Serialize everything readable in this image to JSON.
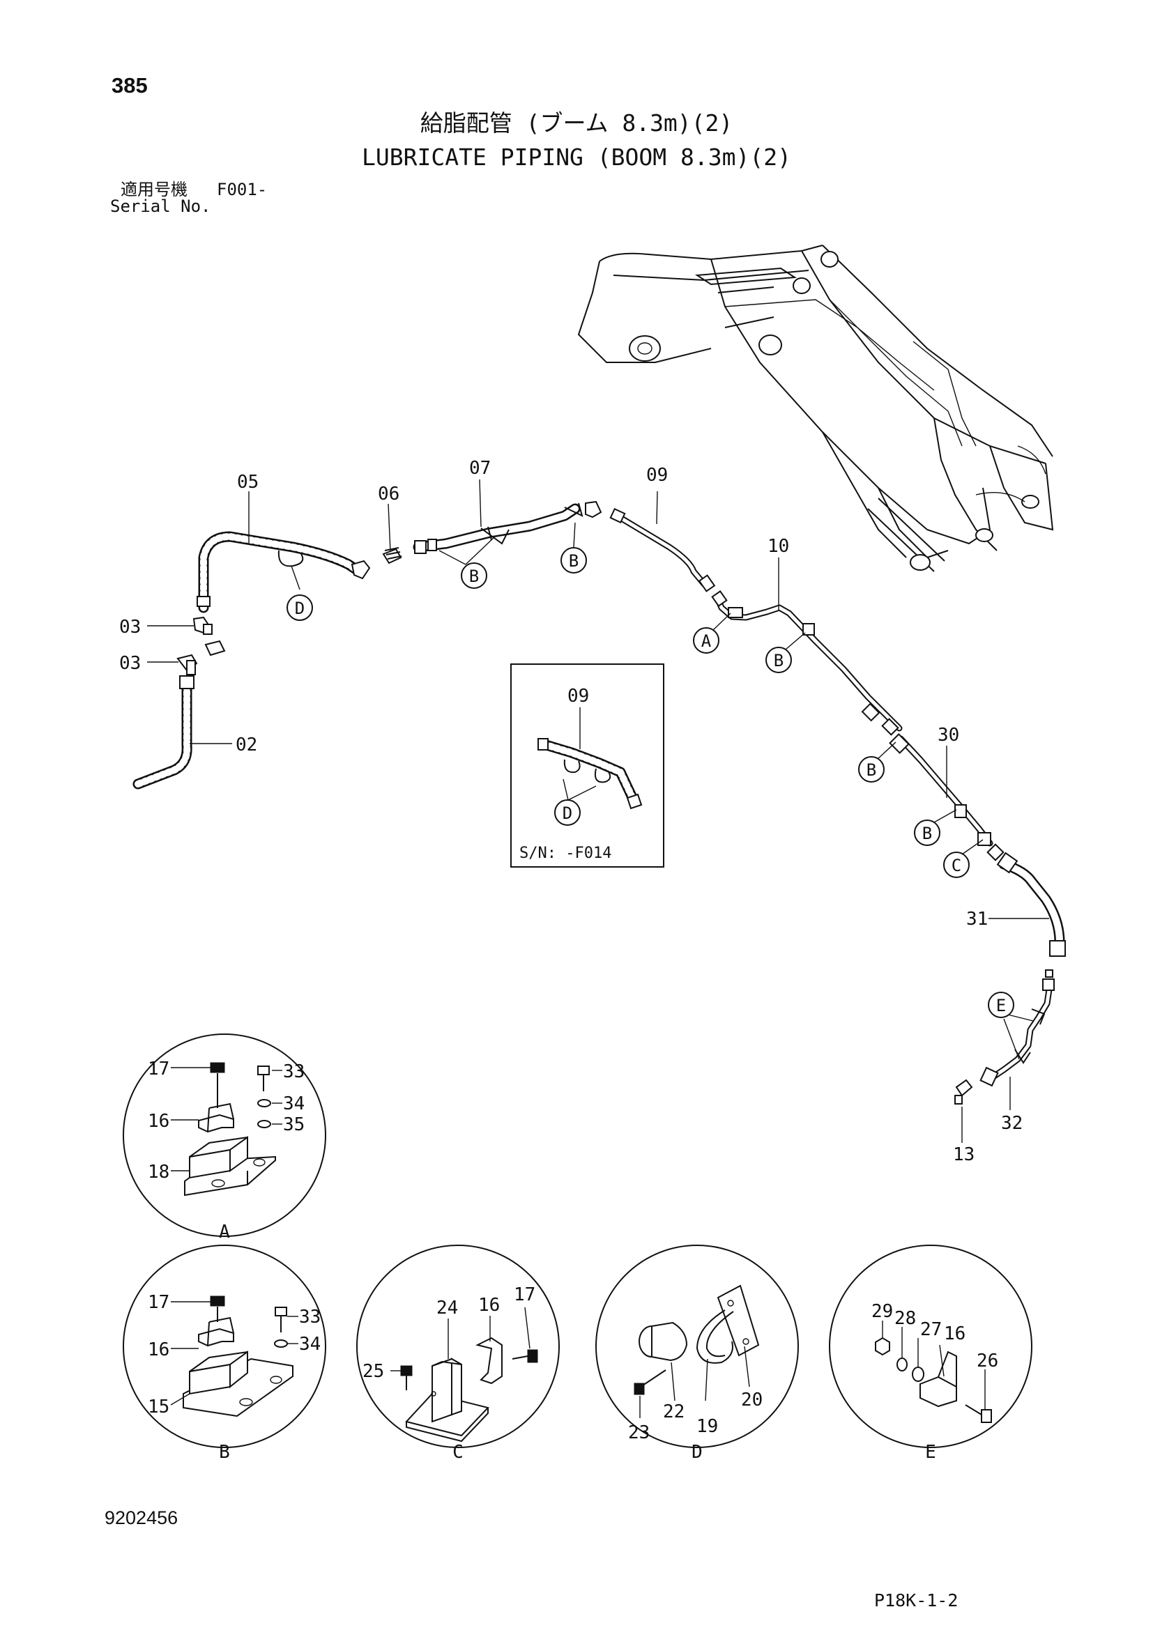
{
  "page": {
    "number": "385",
    "title_jp": "給脂配管 (ブーム 8.3m)(2)",
    "title_en": "LUBRICATE PIPING (BOOM 8.3m)(2)",
    "serial_label_jp": "適用号機",
    "serial_value": "F001-",
    "serial_label_en": "Serial No.",
    "doc_number": "9202456",
    "page_code": "P18K-1-2"
  },
  "main_callouts": {
    "p02": "02",
    "p03a": "03",
    "p03b": "03",
    "p05": "05",
    "p06": "06",
    "p07": "07",
    "p09": "09",
    "p10": "10",
    "p30": "30",
    "p31": "31",
    "p32": "32",
    "p13": "13"
  },
  "main_detail_refs": {
    "d1": "D",
    "b1": "B",
    "b2": "B",
    "a1": "A",
    "b3": "B",
    "b4": "B",
    "b5": "B",
    "c1": "C",
    "e1": "E"
  },
  "inset": {
    "part": "09",
    "ref": "D",
    "note": "S/N: -F014"
  },
  "details": {
    "A": {
      "caption": "A",
      "labels": {
        "l17": "17",
        "l33": "33",
        "l34": "34",
        "l16": "16",
        "l35": "35",
        "l18": "18"
      }
    },
    "B": {
      "caption": "B",
      "labels": {
        "l17": "17",
        "l33": "33",
        "l34": "34",
        "l16": "16",
        "l15": "15"
      }
    },
    "C": {
      "caption": "C",
      "labels": {
        "l24": "24",
        "l16": "16",
        "l17": "17",
        "l25": "25"
      }
    },
    "D": {
      "caption": "D",
      "labels": {
        "l22": "22",
        "l19": "19",
        "l20": "20",
        "l23": "23"
      }
    },
    "E": {
      "caption": "E",
      "labels": {
        "l29": "29",
        "l28": "28",
        "l27": "27",
        "l16": "16",
        "l26": "26"
      }
    }
  }
}
